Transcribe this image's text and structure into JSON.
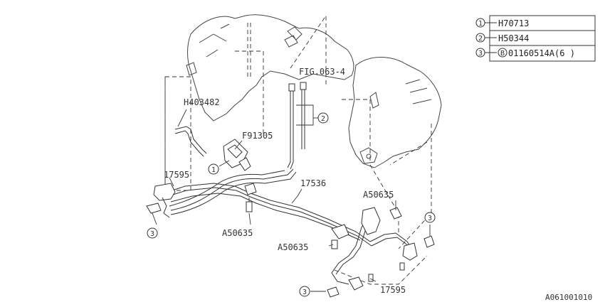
{
  "legend": [
    {
      "num": "1",
      "code": "H70713"
    },
    {
      "num": "2",
      "code": "H50344"
    },
    {
      "num": "3",
      "code": "B",
      "code_rest": "01160514A(6 )"
    }
  ],
  "labels": {
    "fig_ref": "FIG.063-4",
    "h403482": "H403482",
    "f91305": "F91305",
    "p17595_left": "17595",
    "p17536": "17536",
    "a50635_right": "A50635",
    "a50635_left": "A50635",
    "a50635_mid": "A50635",
    "p17595_bottom": "17595"
  },
  "callouts": {
    "c1": "1",
    "c2": "2",
    "c3_left": "3",
    "c3_right": "3",
    "c3_bottom": "3"
  },
  "diagram_id": "A061001010"
}
